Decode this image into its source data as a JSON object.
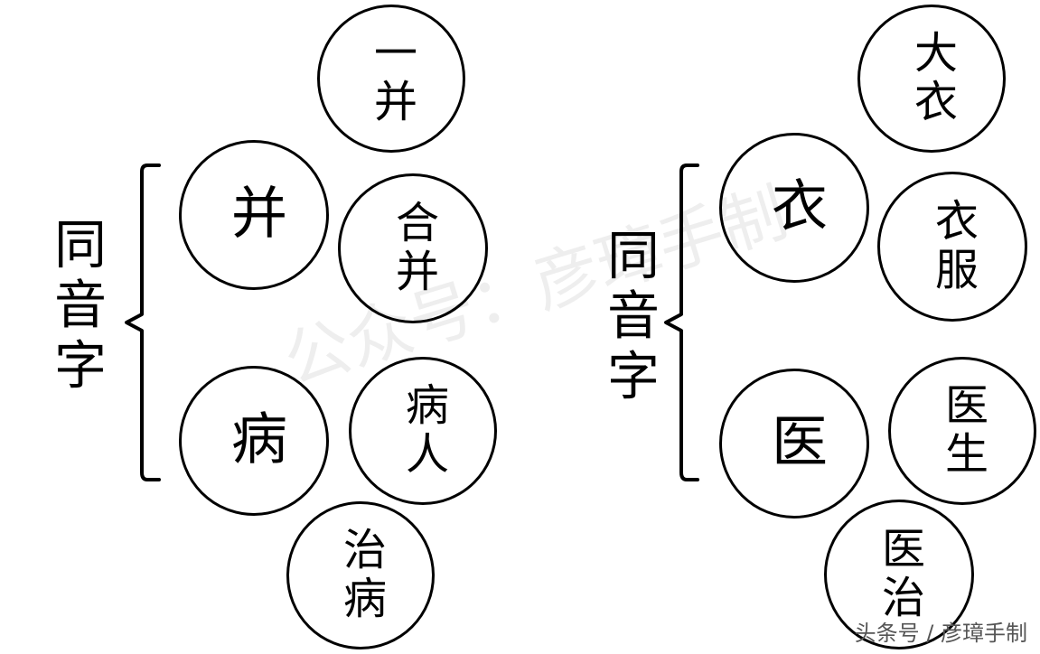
{
  "left": {
    "label": "同音字",
    "circles": {
      "top": "一并",
      "main1": "并",
      "word1": "合并",
      "main2": "病",
      "word2": "病人",
      "bottom": "治病"
    }
  },
  "right": {
    "label": "同音字",
    "circles": {
      "top": "大衣",
      "main1": "衣",
      "word1": "衣服",
      "main2": "医",
      "word2": "医生",
      "bottom": "医治"
    }
  },
  "watermark": "公众号：彦璋手制",
  "credit": "头条号 / 彦璋手制"
}
